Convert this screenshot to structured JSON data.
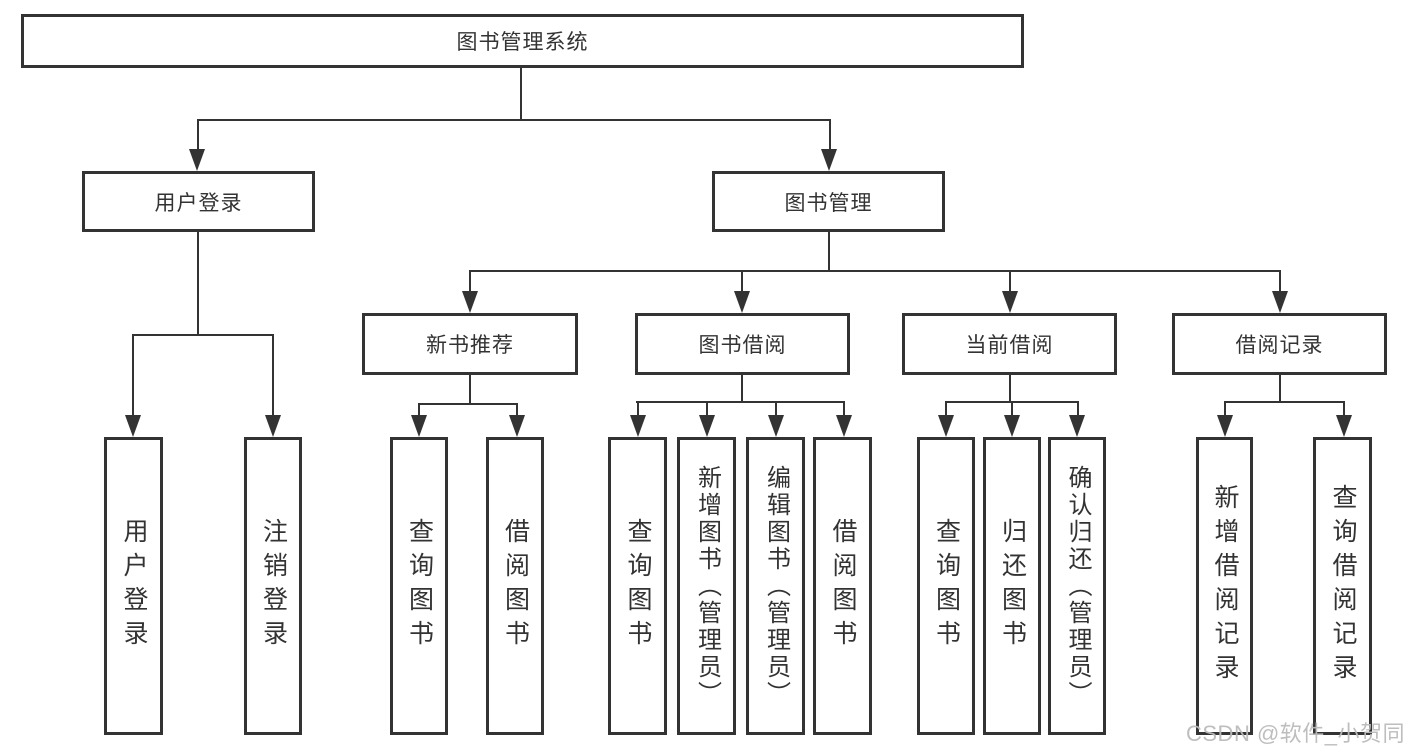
{
  "diagram": {
    "type": "tree",
    "title": "图书管理系统",
    "colors": {
      "line": "#333333",
      "text": "#333333",
      "background": "#ffffff",
      "watermark": "#bababa"
    },
    "nodes": {
      "root": "图书管理系统",
      "user_login": "用户登录",
      "book_mgmt": "图书管理",
      "new_book_rec": "新书推荐",
      "book_borrow": "图书借阅",
      "current_borrow": "当前借阅",
      "borrow_records": "借阅记录",
      "leaf_user_login": "用户登录",
      "leaf_logout": "注销登录",
      "leaf_rec_query": "查询图书",
      "leaf_rec_borrow": "借阅图书",
      "leaf_bb_query": "查询图书",
      "leaf_bb_add": "新增图书（管理员）",
      "leaf_bb_edit": "编辑图书（管理员）",
      "leaf_bb_borrow": "借阅图书",
      "leaf_cb_query": "查询图书",
      "leaf_cb_return": "归还图书",
      "leaf_cb_confirm": "确认归还（管理员）",
      "leaf_br_add": "新增借阅记录",
      "leaf_br_query": "查询借阅记录"
    },
    "hierarchy": {
      "图书管理系统": {
        "用户登录": [
          "用户登录",
          "注销登录"
        ],
        "图书管理": {
          "新书推荐": [
            "查询图书",
            "借阅图书"
          ],
          "图书借阅": [
            "查询图书",
            "新增图书（管理员）",
            "编辑图书（管理员）",
            "借阅图书"
          ],
          "当前借阅": [
            "查询图书",
            "归还图书",
            "确认归还（管理员）"
          ],
          "借阅记录": [
            "新增借阅记录",
            "查询借阅记录"
          ]
        }
      }
    },
    "watermark": "CSDN @软件_小贺同学"
  }
}
